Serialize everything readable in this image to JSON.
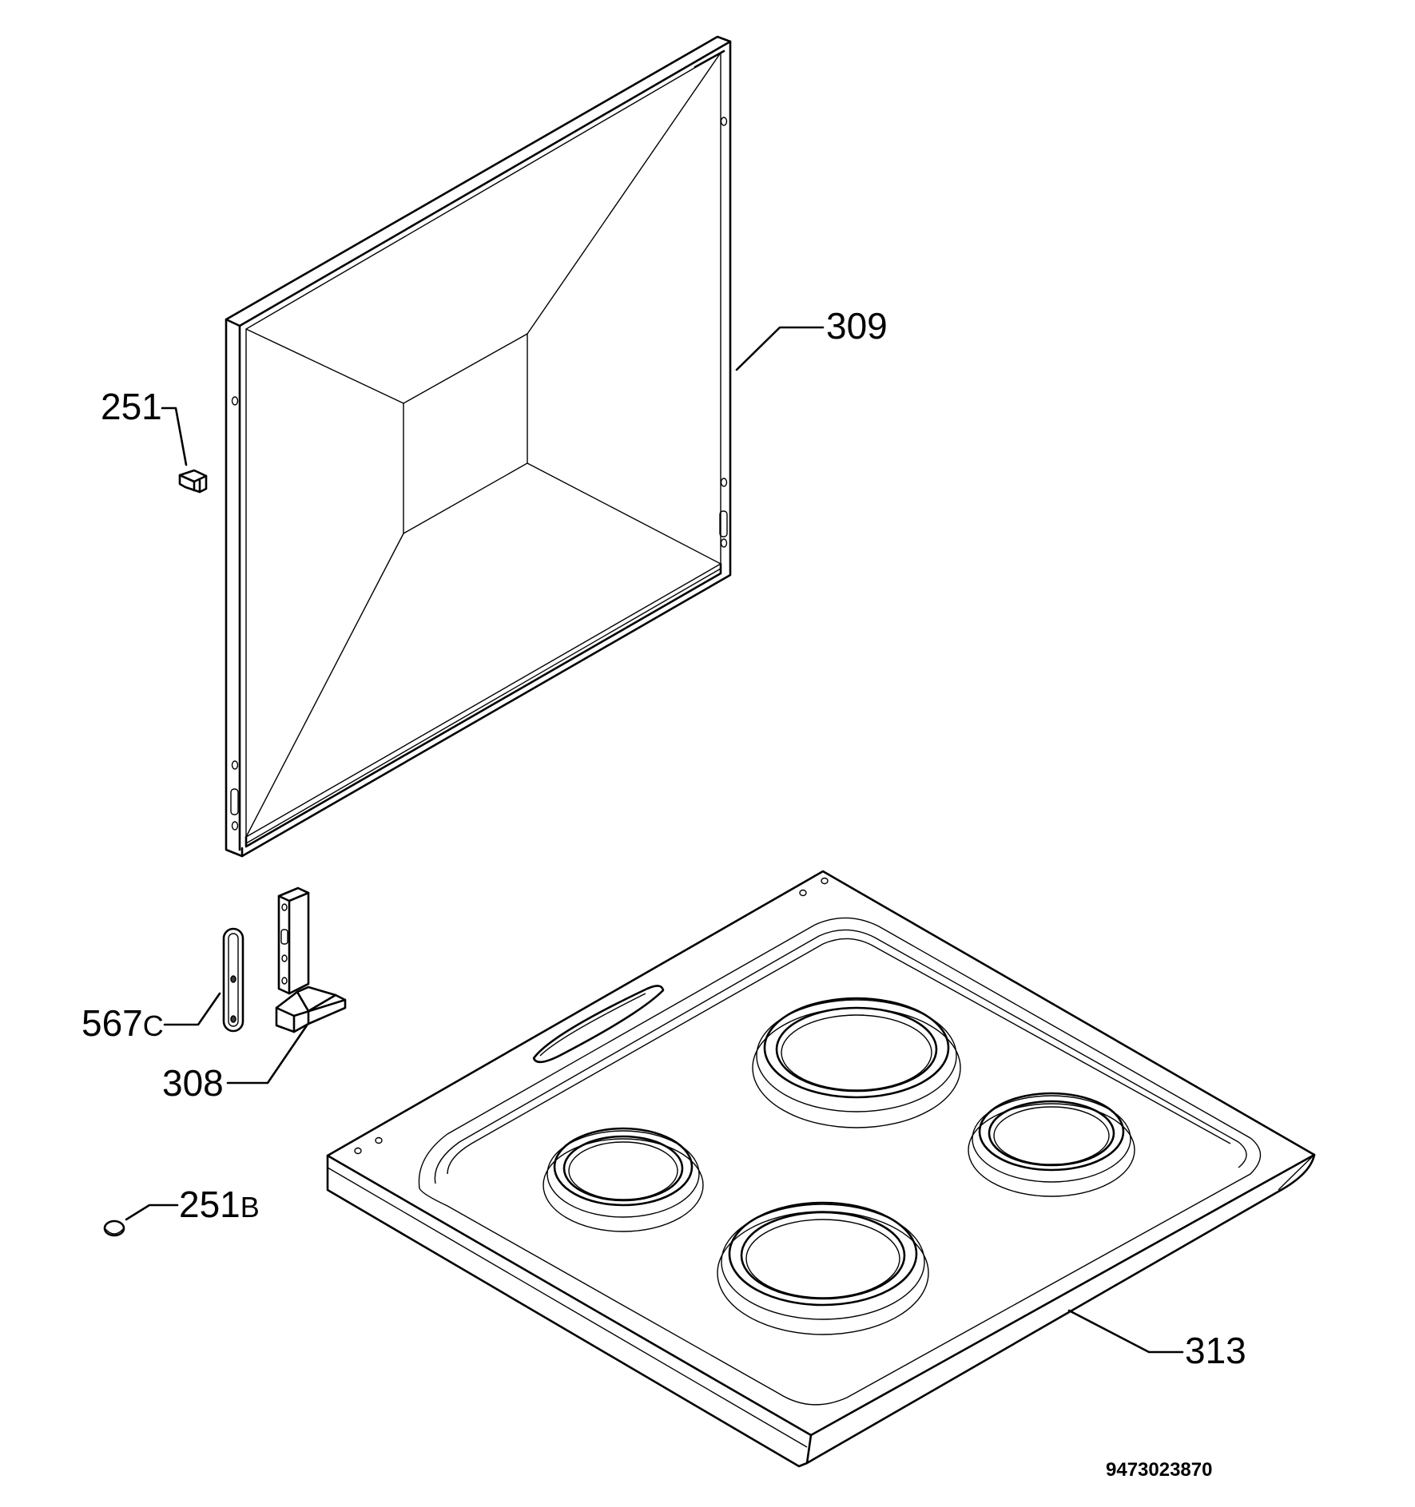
{
  "labels": {
    "back_panel": "309",
    "bracket_clip": "251",
    "hinge_cover_num": "567",
    "hinge_cover_suffix": "C",
    "hinge": "308",
    "plug_num": "251",
    "plug_suffix": "B",
    "hob_top": "313"
  },
  "drawing_code": "9473023870"
}
